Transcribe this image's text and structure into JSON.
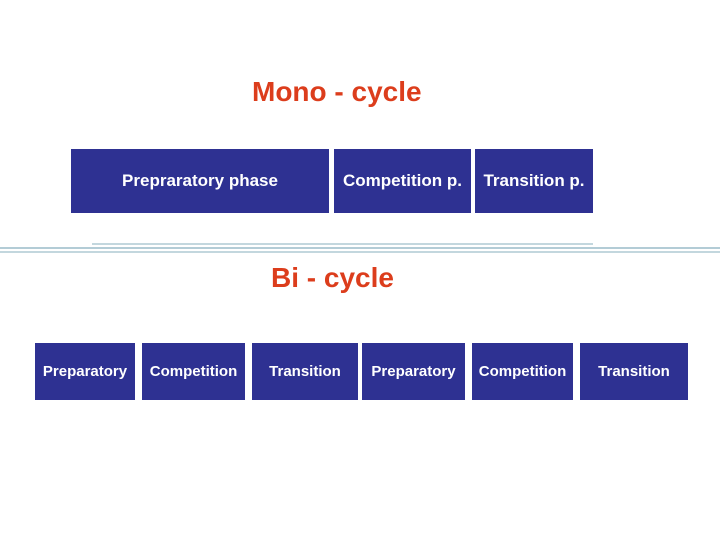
{
  "slide": {
    "background_color": "#ffffff",
    "accent_text_color": "#dc3d1c",
    "box_color": "#2e3192",
    "box_text_color": "#ffffff",
    "divider_color": "#b3ccd6"
  },
  "mono_cycle": {
    "title": "Mono - cycle",
    "phases": [
      {
        "label": "Prepraratory phase"
      },
      {
        "label": "Competition p."
      },
      {
        "label": "Transition p."
      }
    ]
  },
  "bi_cycle": {
    "title": "Bi - cycle",
    "phases": [
      {
        "label": "Preparatory"
      },
      {
        "label": "Competition"
      },
      {
        "label": "Transition"
      },
      {
        "label": "Preparatory"
      },
      {
        "label": "Competition"
      },
      {
        "label": "Transition"
      }
    ]
  }
}
